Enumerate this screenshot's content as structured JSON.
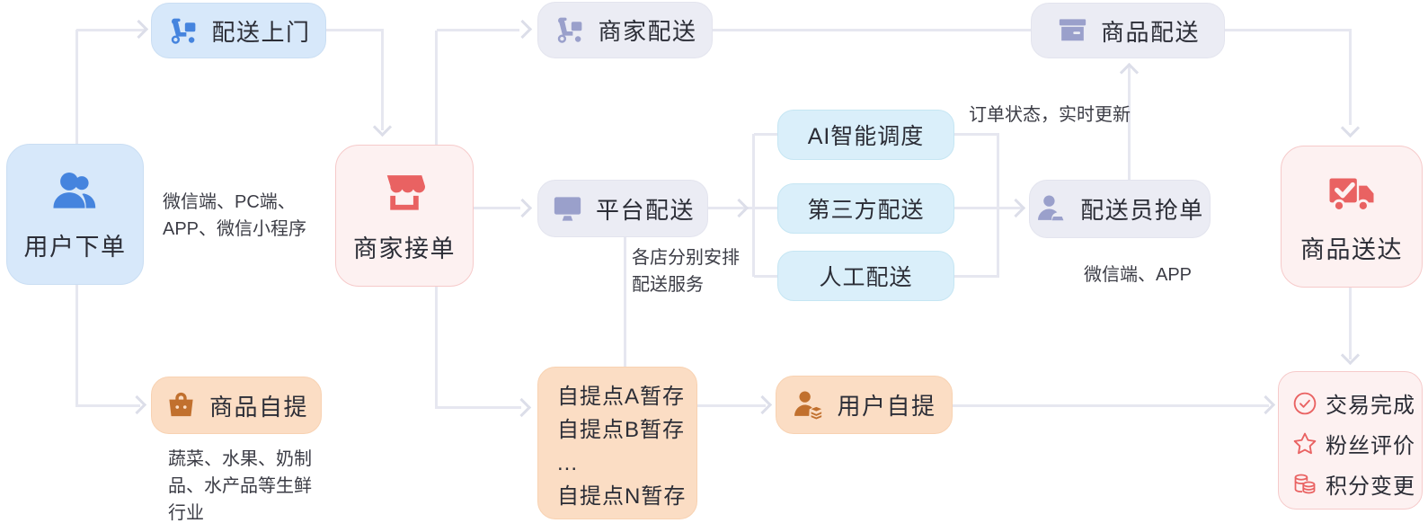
{
  "nodes": {
    "user_order": {
      "label": "用户下单",
      "icon": "users-icon"
    },
    "home_delivery": {
      "label": "配送上门",
      "icon": "delivery-scooter-icon"
    },
    "merchant_accept": {
      "label": "商家接单",
      "icon": "storefront-icon"
    },
    "merchant_delivery": {
      "label": "商家配送",
      "icon": "delivery-scooter-icon"
    },
    "platform_delivery": {
      "label": "平台配送",
      "icon": "monitor-icon"
    },
    "ai_dispatch": {
      "label": "AI智能调度"
    },
    "third_party": {
      "label": "第三方配送"
    },
    "manual_delivery": {
      "label": "人工配送"
    },
    "courier_grab": {
      "label": "配送员抢单",
      "icon": "courier-person-icon"
    },
    "goods_delivery": {
      "label": "商品配送",
      "icon": "package-icon"
    },
    "goods_arrived": {
      "label": "商品送达",
      "icon": "truck-check-icon"
    },
    "self_pickup": {
      "label": "商品自提",
      "icon": "shopping-bag-icon"
    },
    "pickup_points": {
      "lines": [
        "自提点A暂存",
        "自提点B暂存",
        "...",
        "自提点N暂存"
      ]
    },
    "user_pickup": {
      "label": "用户自提",
      "icon": "person-stack-icon"
    },
    "completion": {
      "items": [
        {
          "label": "交易完成",
          "icon": "check-circle-icon"
        },
        {
          "label": "粉丝评价",
          "icon": "star-icon"
        },
        {
          "label": "积分变更",
          "icon": "coins-icon"
        }
      ]
    }
  },
  "annotations": {
    "order_channels": "微信端、PC端、APP、微信小程序",
    "status_update": "订单状态，实时更新",
    "store_arrange": "各店分别安排配送服务",
    "courier_channels": "微信端、APP",
    "fresh_industry": "蔬菜、水果、奶制品、水产品等生鲜行业"
  },
  "colors": {
    "blue_fill": "#d7e8fa",
    "blue_icon": "#4584de",
    "pink_fill": "#fdf1f1",
    "pink_border": "#f6caca",
    "red_icon": "#e96262",
    "gray_fill": "#ebecf4",
    "gray_icon": "#9aa0cb",
    "cyan_fill": "#daeffa",
    "cyan_border": "#c6e6f3",
    "orange_fill": "#fbddc4",
    "orange_icon": "#c1702e",
    "line": "#e6e7f0",
    "arrow": "#dcdee9",
    "text": "#2b2d36",
    "note": "#3b3c45"
  }
}
